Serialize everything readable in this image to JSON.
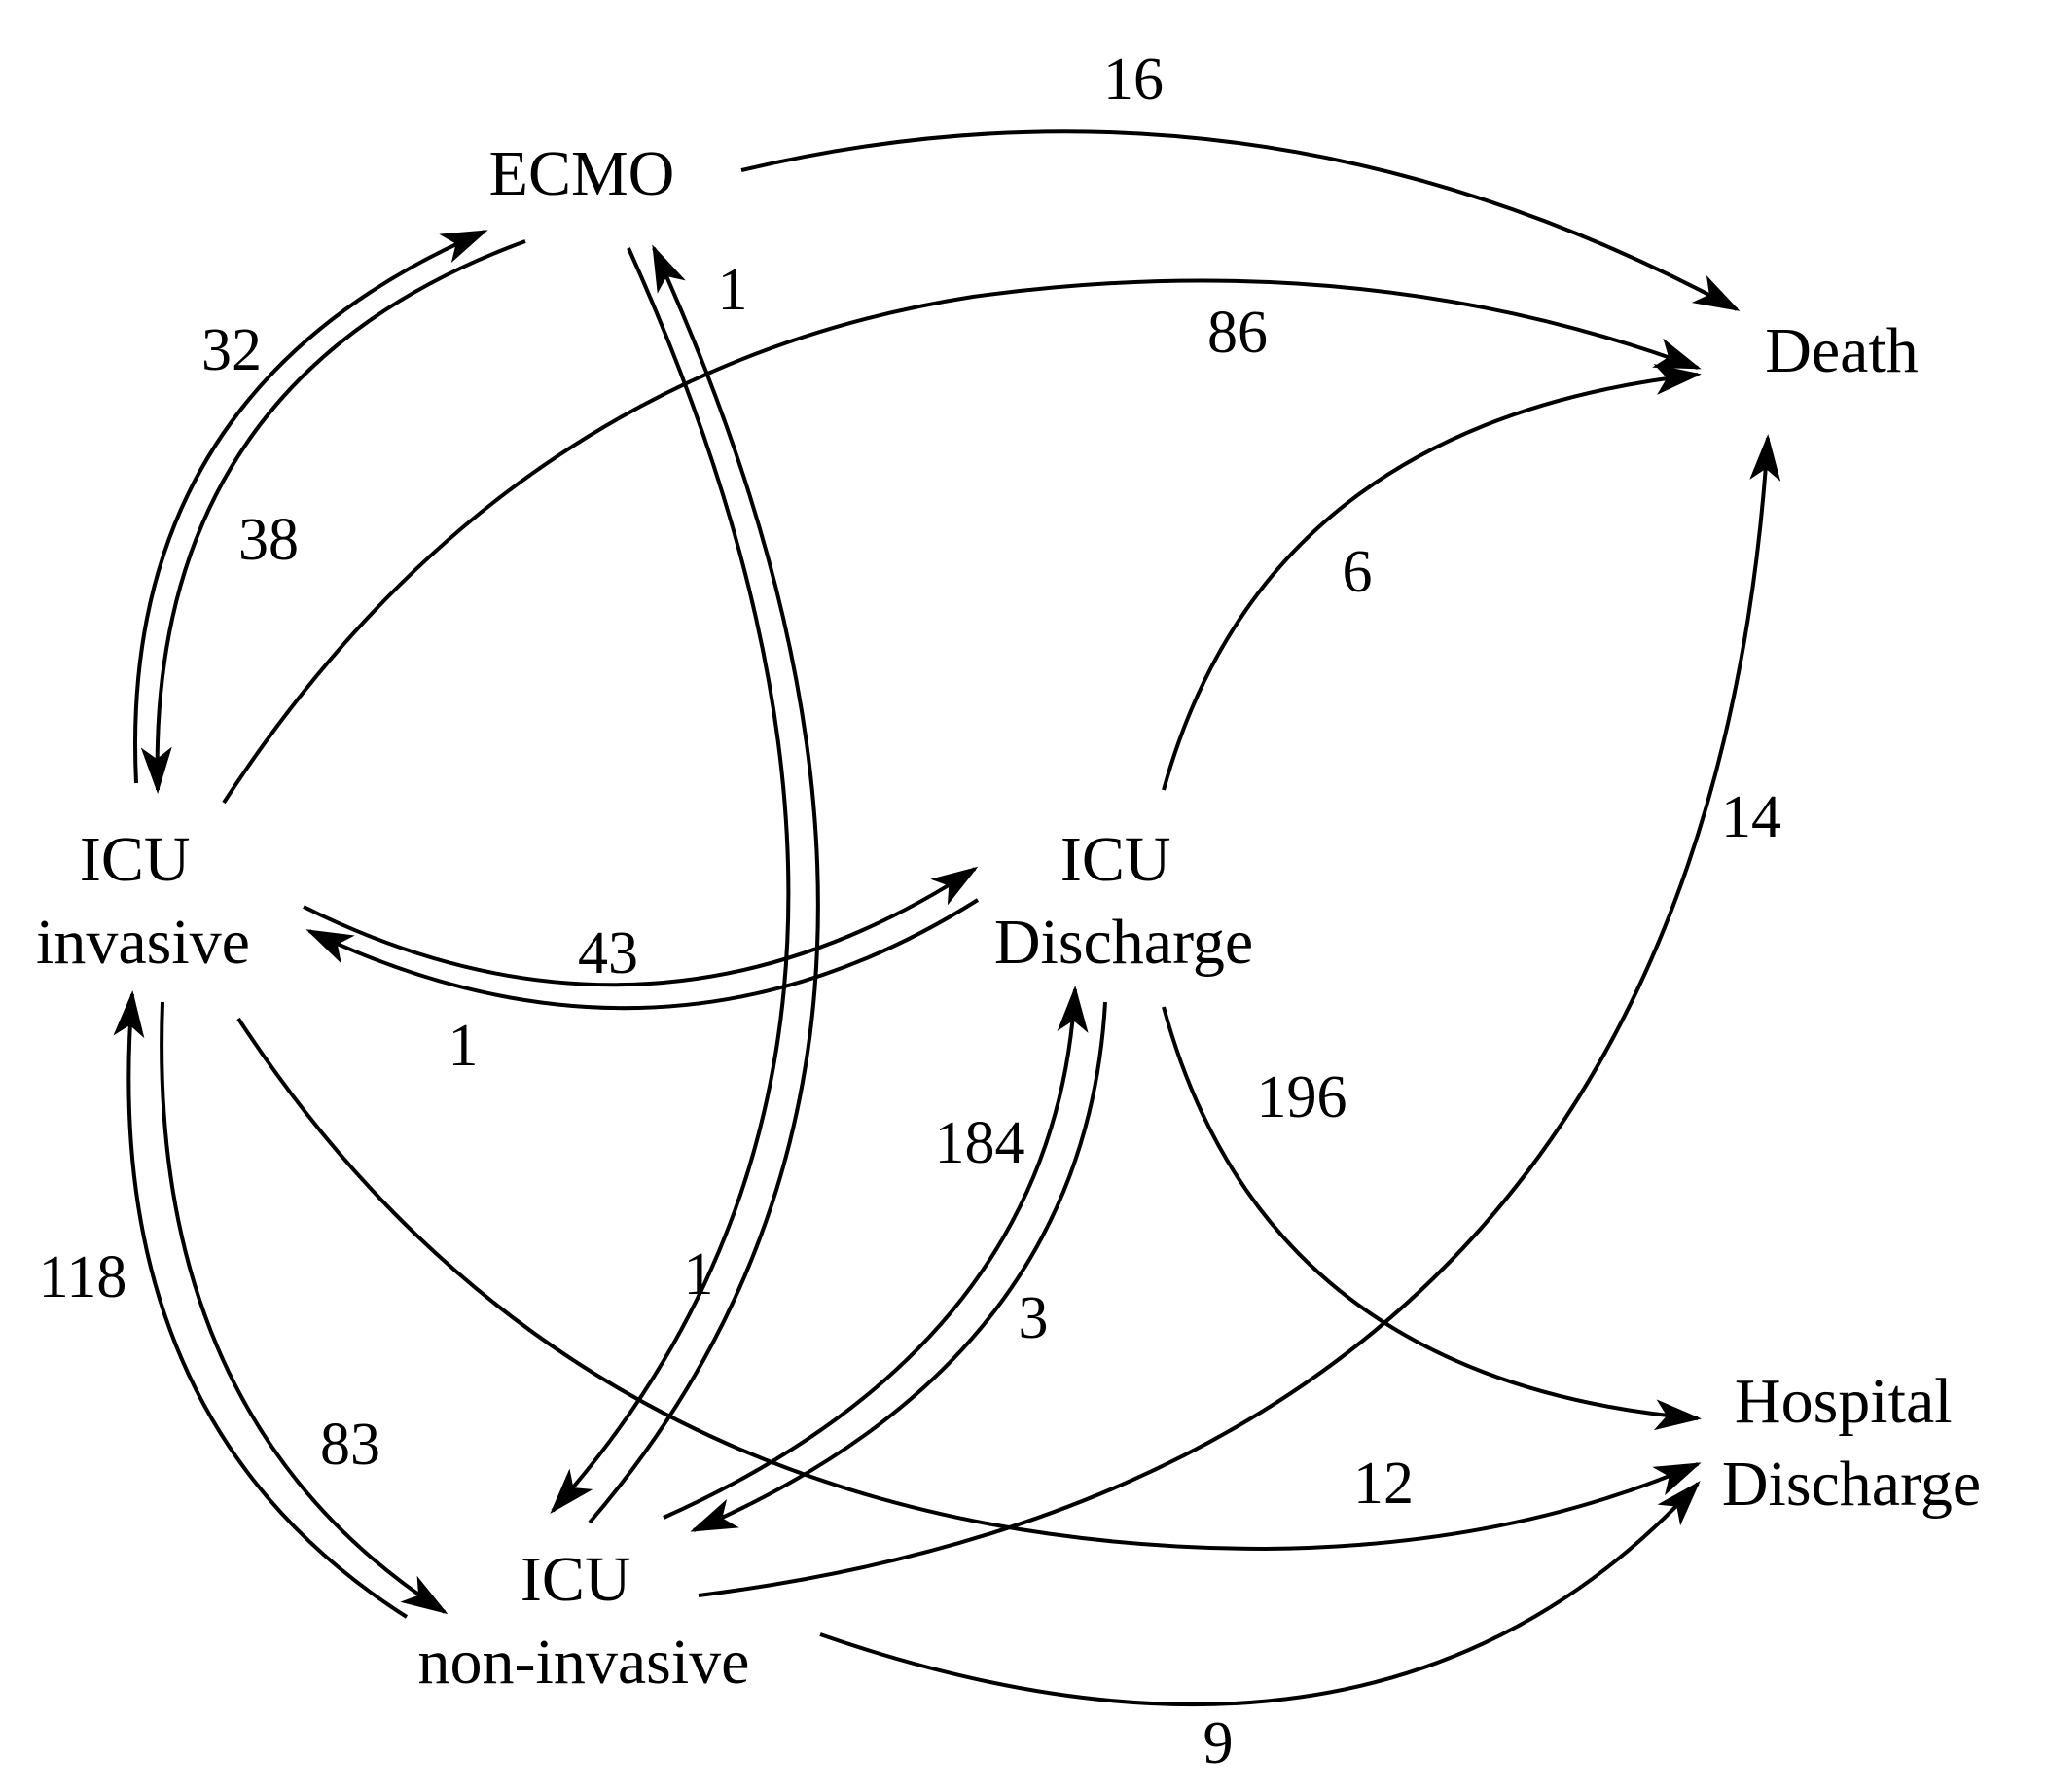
{
  "diagram": {
    "nodes": {
      "ecmo": {
        "lines": [
          "ECMO"
        ]
      },
      "death": {
        "lines": [
          "Death"
        ]
      },
      "icu_invasive": {
        "lines": [
          "ICU",
          "invasive"
        ]
      },
      "icu_discharge": {
        "lines": [
          "ICU",
          "Discharge"
        ]
      },
      "icu_noninvasive": {
        "lines": [
          "ICU",
          "non-invasive"
        ]
      },
      "hospital_discharge": {
        "lines": [
          "Hospital",
          "Discharge"
        ]
      }
    },
    "edges": [
      {
        "id": "ecmo-death",
        "from": "ECMO",
        "to": "Death",
        "count": "16"
      },
      {
        "id": "invasive-ecmo",
        "from": "ICU invasive",
        "to": "ECMO",
        "count": "32"
      },
      {
        "id": "ecmo-invasive",
        "from": "ECMO",
        "to": "ICU invasive",
        "count": "38"
      },
      {
        "id": "noninvasive-ecmo",
        "from": "ICU non-invasive",
        "to": "ECMO",
        "count": "1"
      },
      {
        "id": "ecmo-noninvasive",
        "from": "ECMO",
        "to": "ICU non-invasive",
        "count": "1"
      },
      {
        "id": "invasive-death",
        "from": "ICU invasive",
        "to": "Death",
        "count": "86"
      },
      {
        "id": "icudischarge-death",
        "from": "ICU Discharge",
        "to": "Death",
        "count": "6"
      },
      {
        "id": "noninvasive-death",
        "from": "ICU non-invasive",
        "to": "Death",
        "count": "14"
      },
      {
        "id": "invasive-icudischarge",
        "from": "ICU invasive",
        "to": "ICU Discharge",
        "count": "43"
      },
      {
        "id": "icudischarge-invasive",
        "from": "ICU Discharge",
        "to": "ICU invasive",
        "count": "1"
      },
      {
        "id": "icudischarge-hospital",
        "from": "ICU Discharge",
        "to": "Hospital Discharge",
        "count": "196"
      },
      {
        "id": "noninvasive-icudischarge",
        "from": "ICU non-invasive",
        "to": "ICU Discharge",
        "count": "184"
      },
      {
        "id": "icudischarge-noninvasive",
        "from": "ICU Discharge",
        "to": "ICU non-invasive",
        "count": "3"
      },
      {
        "id": "noninvasive-invasive",
        "from": "ICU non-invasive",
        "to": "ICU invasive",
        "count": "118"
      },
      {
        "id": "invasive-noninvasive",
        "from": "ICU invasive",
        "to": "ICU non-invasive",
        "count": "83"
      },
      {
        "id": "invasive-hospital",
        "from": "ICU invasive",
        "to": "Hospital Discharge",
        "count": "12"
      },
      {
        "id": "noninvasive-hospital",
        "from": "ICU non-invasive",
        "to": "Hospital Discharge",
        "count": "9"
      }
    ]
  }
}
